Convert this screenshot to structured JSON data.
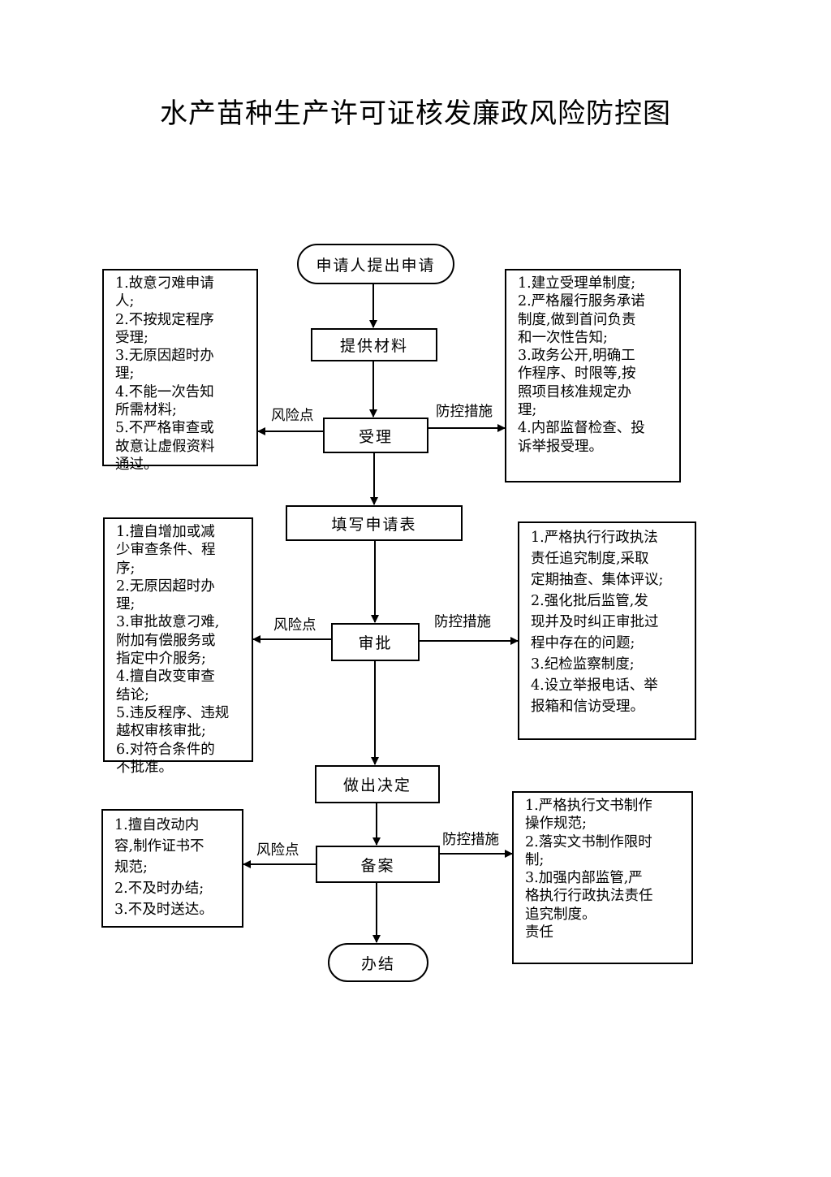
{
  "title": "水产苗种生产许可证核发廉政风险防控图",
  "labels": {
    "risk": "风险点",
    "control": "防控措施"
  },
  "nodes": {
    "start": "申请人提出申请",
    "materials": "提供材料",
    "accept": "受理",
    "form": "填写申请表",
    "approve": "审批",
    "decide": "做出决定",
    "record": "备案",
    "end": "办结"
  },
  "risks": {
    "accept": [
      "1.故意刁难申请",
      "人;",
      "2.不按规定程序",
      "受理;",
      "3.无原因超时办",
      "理;",
      "4.不能一次告知",
      "所需材料;",
      "5.不严格审查或",
      "故意让虚假资料",
      "通过。"
    ],
    "approve": [
      "1.擅自增加或减",
      "少审查条件、程",
      "序;",
      "2.无原因超时办",
      "理;",
      "3.审批故意刁难,",
      "附加有偿服务或",
      "指定中介服务;",
      "4.擅自改变审查",
      "结论;",
      "5.违反程序、违规",
      "越权审核审批;",
      "6.对符合条件的",
      "不批准。"
    ],
    "record": [
      "1.擅自改动内",
      "容,制作证书不",
      "规范;",
      "2.不及时办结;",
      "3.不及时送达。"
    ]
  },
  "controls": {
    "accept": [
      "1.建立受理单制度;",
      "2.严格履行服务承诺",
      "制度,做到首问负责",
      "和一次性告知;",
      "3.政务公开,明确工",
      "作程序、时限等,按",
      "照项目核准规定办",
      "理;",
      "4.内部监督检查、投",
      "诉举报受理。"
    ],
    "approve": [
      "1.严格执行行政执法",
      "责任追究制度,采取",
      "定期抽查、集体评议;",
      "2.强化批后监管,发",
      "现并及时纠正审批过",
      "程中存在的问题;",
      "3.纪检监察制度;",
      "4.设立举报电话、举",
      "报箱和信访受理。"
    ],
    "record": [
      "1.严格执行文书制作",
      "操作规范;",
      "2.落实文书制作限时",
      "制;",
      "3.加强内部监管,严",
      "格执行行政执法责任",
      "追究制度。",
      "责任"
    ]
  }
}
